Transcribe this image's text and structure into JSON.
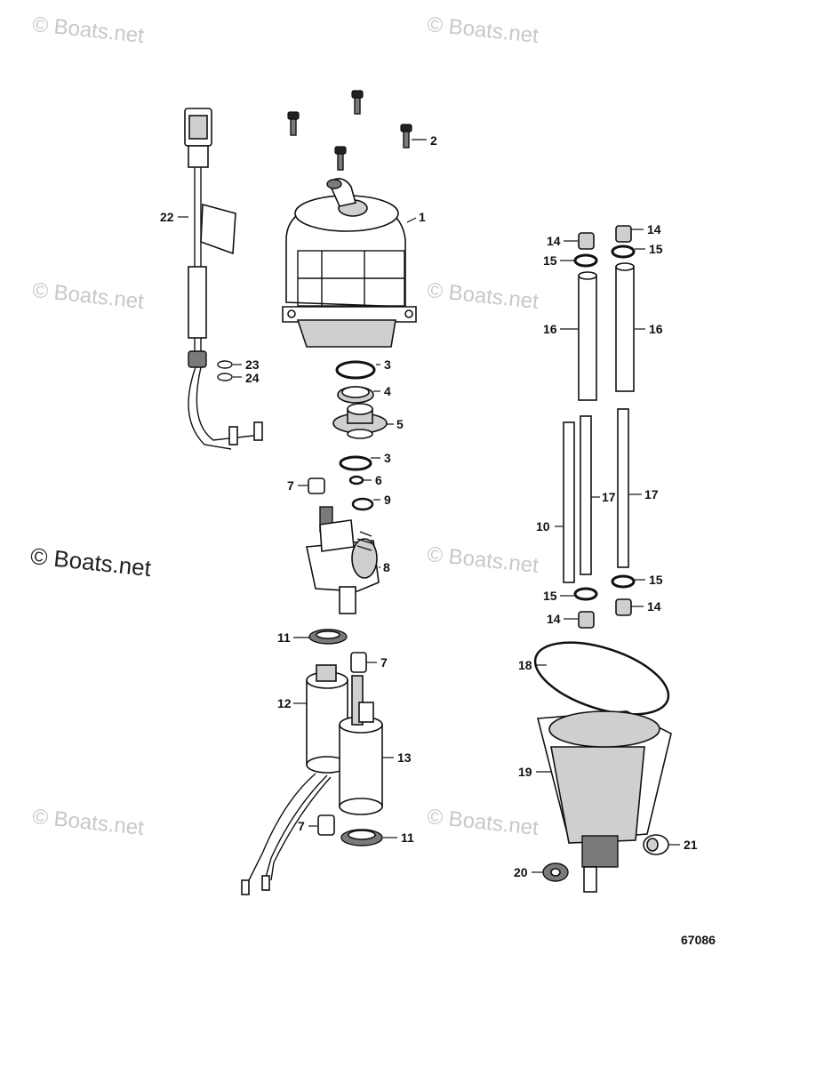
{
  "watermarks": [
    "© Boats.net",
    "© Boats.net",
    "© Boats.net",
    "© Boats.net",
    "© Boats.net",
    "© Boats.net",
    "© Boats.net",
    "© Boats.net"
  ],
  "callouts": {
    "c1": "1",
    "c2": "2",
    "c3a": "3",
    "c3b": "3",
    "c4": "4",
    "c5": "5",
    "c6": "6",
    "c7a": "7",
    "c7b": "7",
    "c7c": "7",
    "c8": "8",
    "c9": "9",
    "c10": "10",
    "c11a": "11",
    "c11b": "11",
    "c12": "12",
    "c13": "13",
    "c14a": "14",
    "c14b": "14",
    "c14c": "14",
    "c14d": "14",
    "c15a": "15",
    "c15b": "15",
    "c15c": "15",
    "c15d": "15",
    "c16a": "16",
    "c16b": "16",
    "c17a": "17",
    "c17b": "17",
    "c18": "18",
    "c19": "19",
    "c20": "20",
    "c21": "21",
    "c22": "22",
    "c23": "23",
    "c24": "24"
  },
  "document_number": "67086"
}
